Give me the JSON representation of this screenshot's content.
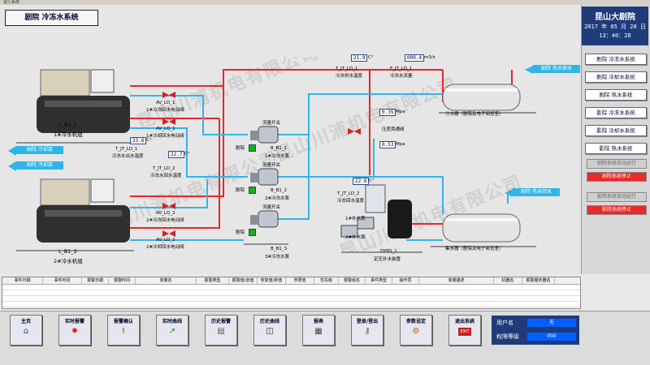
{
  "titlebar": "运行系统",
  "page_title": "剧院 冷冻水系统",
  "header": {
    "theater_name": "昆山大剧院",
    "date": "2017 年 05 月 20 日",
    "time": "13：40：28"
  },
  "nav_buttons": [
    "剧院 冷冻水系统",
    "剧院 冷却水系统",
    "剧院 热水系统",
    "影院 冷冻水系统",
    "影院 冷却水系统",
    "影院 热水系统"
  ],
  "auto_buttons": [
    {
      "label": "剧院系统自动运行",
      "state": "gray"
    },
    {
      "label": "剧院系统停止",
      "state": "red"
    },
    {
      "label": "影院系统自动运行",
      "state": "gray"
    },
    {
      "label": "影院系统停止",
      "state": "red"
    }
  ],
  "watermark": "昆山川浦机电有限公司",
  "diagram": {
    "chiller1": {
      "name": "L_B1_1",
      "label": "1#冷水机组"
    },
    "chiller2": {
      "name": "L_B1_2",
      "label": "2#冷水机组"
    },
    "valve1a": {
      "name": "AV_LD_1",
      "label": "1#冷冻回水电动阀"
    },
    "valve1b": {
      "name": "AV_LQ_1",
      "label": "1#冷却回水电动阀"
    },
    "valve2a": {
      "name": "AV_LQ_2",
      "label": "2#冷冻回水电动阀"
    },
    "valve2b": {
      "name": "AV_LD_2",
      "label": "2#冷却回水电动阀"
    },
    "out_left_1": "剧院 冷却泵",
    "out_left_2": "剧院 冷却泵",
    "temp_return": {
      "tag": "T_JT_LD_1",
      "label": "冷冻水出水温度",
      "value": "23.6",
      "unit": "C°"
    },
    "temp_return2": {
      "tag": "T_JT_LD_2",
      "label": "冷冻水回水温度",
      "value": "22.7",
      "unit": "C°"
    },
    "temp_supply": {
      "tag": "T_JT_LD_1",
      "label": "冷冻供水温度",
      "value": "21.9",
      "unit": "C°"
    },
    "flow": {
      "tag": "F_JT_LD_1",
      "label": "冷冻水流量",
      "value": "000.4",
      "unit": "m3/s"
    },
    "temp_back": {
      "tag": "T_JT_LD_2",
      "label": "冷冻回水温度",
      "value": "22.6",
      "unit": "C°"
    },
    "pressure_valve": "压差旁通阀",
    "pressure1": {
      "value": "0.35",
      "unit": "Mpa"
    },
    "pressure2": {
      "value": "0.53",
      "unit": "Mpa"
    },
    "pumps": [
      {
        "flow_switch": "流量开关",
        "name": "B_B1_1",
        "label": "1#冷冻水泵",
        "tag": "剧院"
      },
      {
        "flow_switch": "流量开关",
        "name": "B_B1_2",
        "label": "2#冷冻水泵",
        "tag": "剧院"
      },
      {
        "flow_switch": "流量开关",
        "name": "B_B1_3",
        "label": "3#冷冻水泵",
        "tag": "剧院"
      }
    ],
    "makeup_pump": {
      "p1": "1#补水泵",
      "p2": "2#补水泵",
      "name": "DYBS_1",
      "label": "定压补水装置"
    },
    "header_supply": {
      "label": "分水器（剧院及电子阅览室）",
      "out": "剧院 热水供水"
    },
    "header_return": {
      "label": "集水器（剧院及电子阅览室）",
      "out": "剧院 热水回水"
    }
  },
  "alarm_table": {
    "columns": [
      "事件日期",
      "事件时间",
      "报警日期",
      "报警时间",
      "变量名",
      "报警类型",
      "报警值/旧值",
      "恢复值/新值",
      "界限值",
      "优先级",
      "报警组名",
      "事件类型",
      "操作员",
      "变量描述",
      "机器名",
      "报警服务器名"
    ]
  },
  "toolbar": [
    {
      "label": "主页",
      "icon": "home-icon",
      "glyph": "⌂"
    },
    {
      "label": "实时报警",
      "icon": "alarm-icon",
      "glyph": "✸"
    },
    {
      "label": "报警确认",
      "icon": "alarm-confirm-icon",
      "glyph": "!"
    },
    {
      "label": "实时曲线",
      "icon": "realtime-chart-icon",
      "glyph": "↗"
    },
    {
      "label": "历史报警",
      "icon": "history-alarm-icon",
      "glyph": "▤"
    },
    {
      "label": "历史曲线",
      "icon": "history-chart-icon",
      "glyph": "◫"
    },
    {
      "label": "报表",
      "icon": "report-icon",
      "glyph": "▦"
    },
    {
      "label": "登录/登出",
      "icon": "login-icon",
      "glyph": "⚷"
    },
    {
      "label": "参数设定",
      "icon": "settings-icon",
      "glyph": "⚙"
    },
    {
      "label": "退出系统",
      "icon": "exit-icon",
      "glyph": "EXIT"
    }
  ],
  "user_panel": {
    "user_label": "用户名",
    "user_value": "无",
    "level_label": "权限等级",
    "level_value": "000"
  },
  "colors": {
    "supply": "#e8272a",
    "return": "#2fb6e8",
    "accent": "#1f3b7a"
  }
}
